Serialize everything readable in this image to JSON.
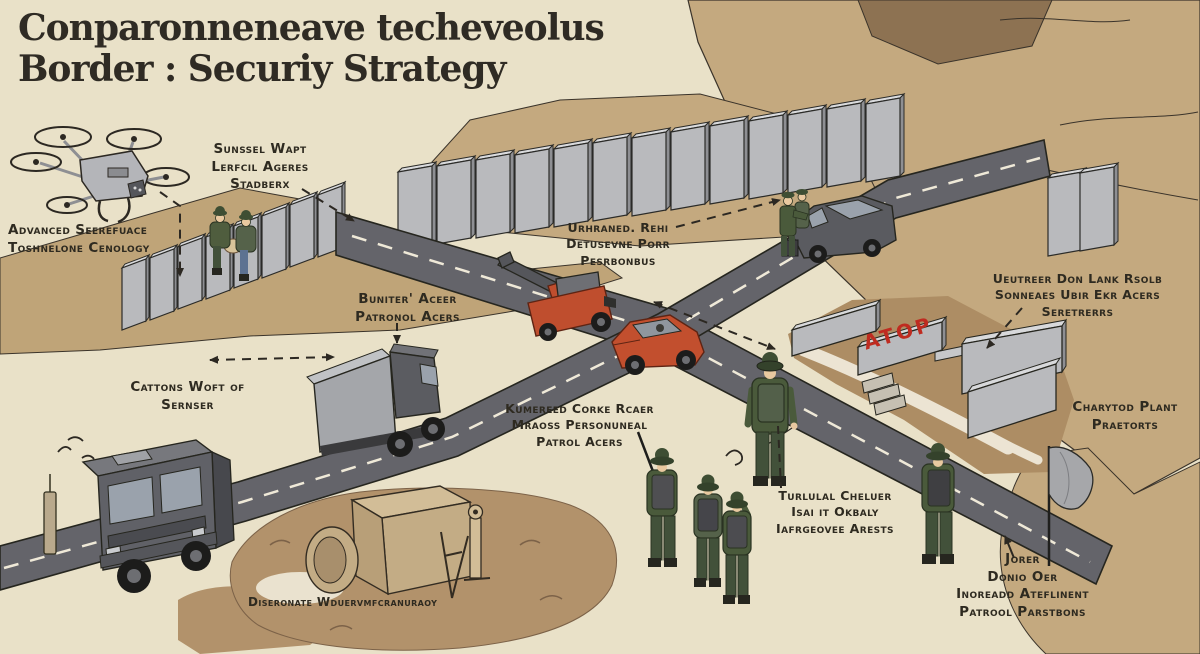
{
  "title": {
    "lines": [
      "Conparonneneave techeveolus",
      "Border : Securiy Strategy"
    ]
  },
  "labels": {
    "advanced_surveillance": {
      "lines": [
        "Advanced Seerefuace",
        "Toshnelone Cenology"
      ]
    },
    "sunssel": {
      "lines": [
        "Sunssel Wapt",
        "Lerfcil Ageres",
        "Stadberx"
      ]
    },
    "buniter": {
      "lines": [
        "Buniter' Aceer",
        "Patronol Acers"
      ]
    },
    "cattons": {
      "lines": [
        "Cattons Woft of",
        "Sernser"
      ]
    },
    "urhraned": {
      "lines": [
        "Urhraned. Rehi",
        "Detusevne Porr",
        "Pesrbonbus"
      ]
    },
    "kumereed": {
      "lines": [
        "Kumereed Corke Rcaer",
        "Mraoss Personuneal",
        "Patrol Acers"
      ]
    },
    "turlulal": {
      "lines": [
        "Turlulal Cheluer",
        "Isai it Okbaly",
        "Iafrgeovee Arests"
      ]
    },
    "ueutreer": {
      "lines": [
        "Ueutreer Don Lank Rsolb",
        "Sonneaes Ubir Ekr Acers",
        "Seretrerrs"
      ]
    },
    "charytod": {
      "lines": [
        "Charytod Plant",
        "Praetorts"
      ]
    },
    "jorer": {
      "lines": [
        "Jorer",
        "Donio Oer",
        "Inoreadd Ateflinent",
        "Patrool Parstbons"
      ]
    },
    "diseronate": {
      "lines": [
        "Diseronate Wduervmfcranuraoy"
      ]
    }
  },
  "graffiti": "ATOP",
  "icons": {
    "drone": "drone-icon",
    "wall": "wall-panels",
    "flag": "flag-icon"
  },
  "colors": {
    "background": "#e9e1c8",
    "terrain_tan": "#c4a97f",
    "dirt_brown": "#b2926b",
    "road_gray": "#64646a",
    "wall_gray": "#b9babd",
    "vehicle_red": "#bf4e2e",
    "soldier_green": "#4a5a3b",
    "ink": "#2c2822",
    "graffiti_red": "#bf2b20"
  }
}
